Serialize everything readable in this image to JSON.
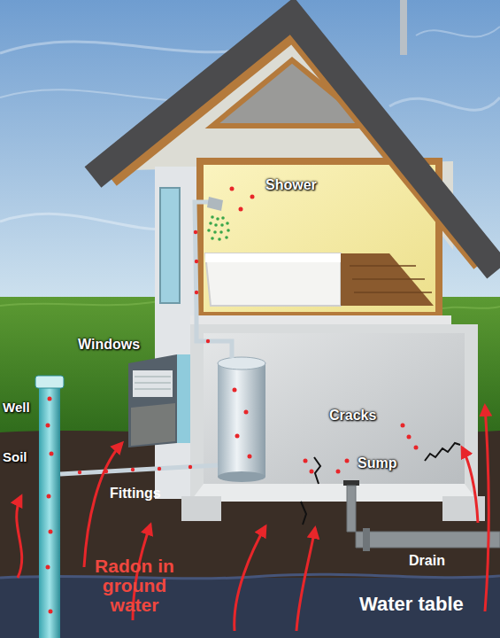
{
  "diagram": {
    "labels": [
      "Shower",
      "Windows",
      "Well",
      "Soil",
      "Fittings",
      "Cracks",
      "Sump",
      "Drain",
      "Radon in ground water",
      "Water table"
    ]
  }
}
